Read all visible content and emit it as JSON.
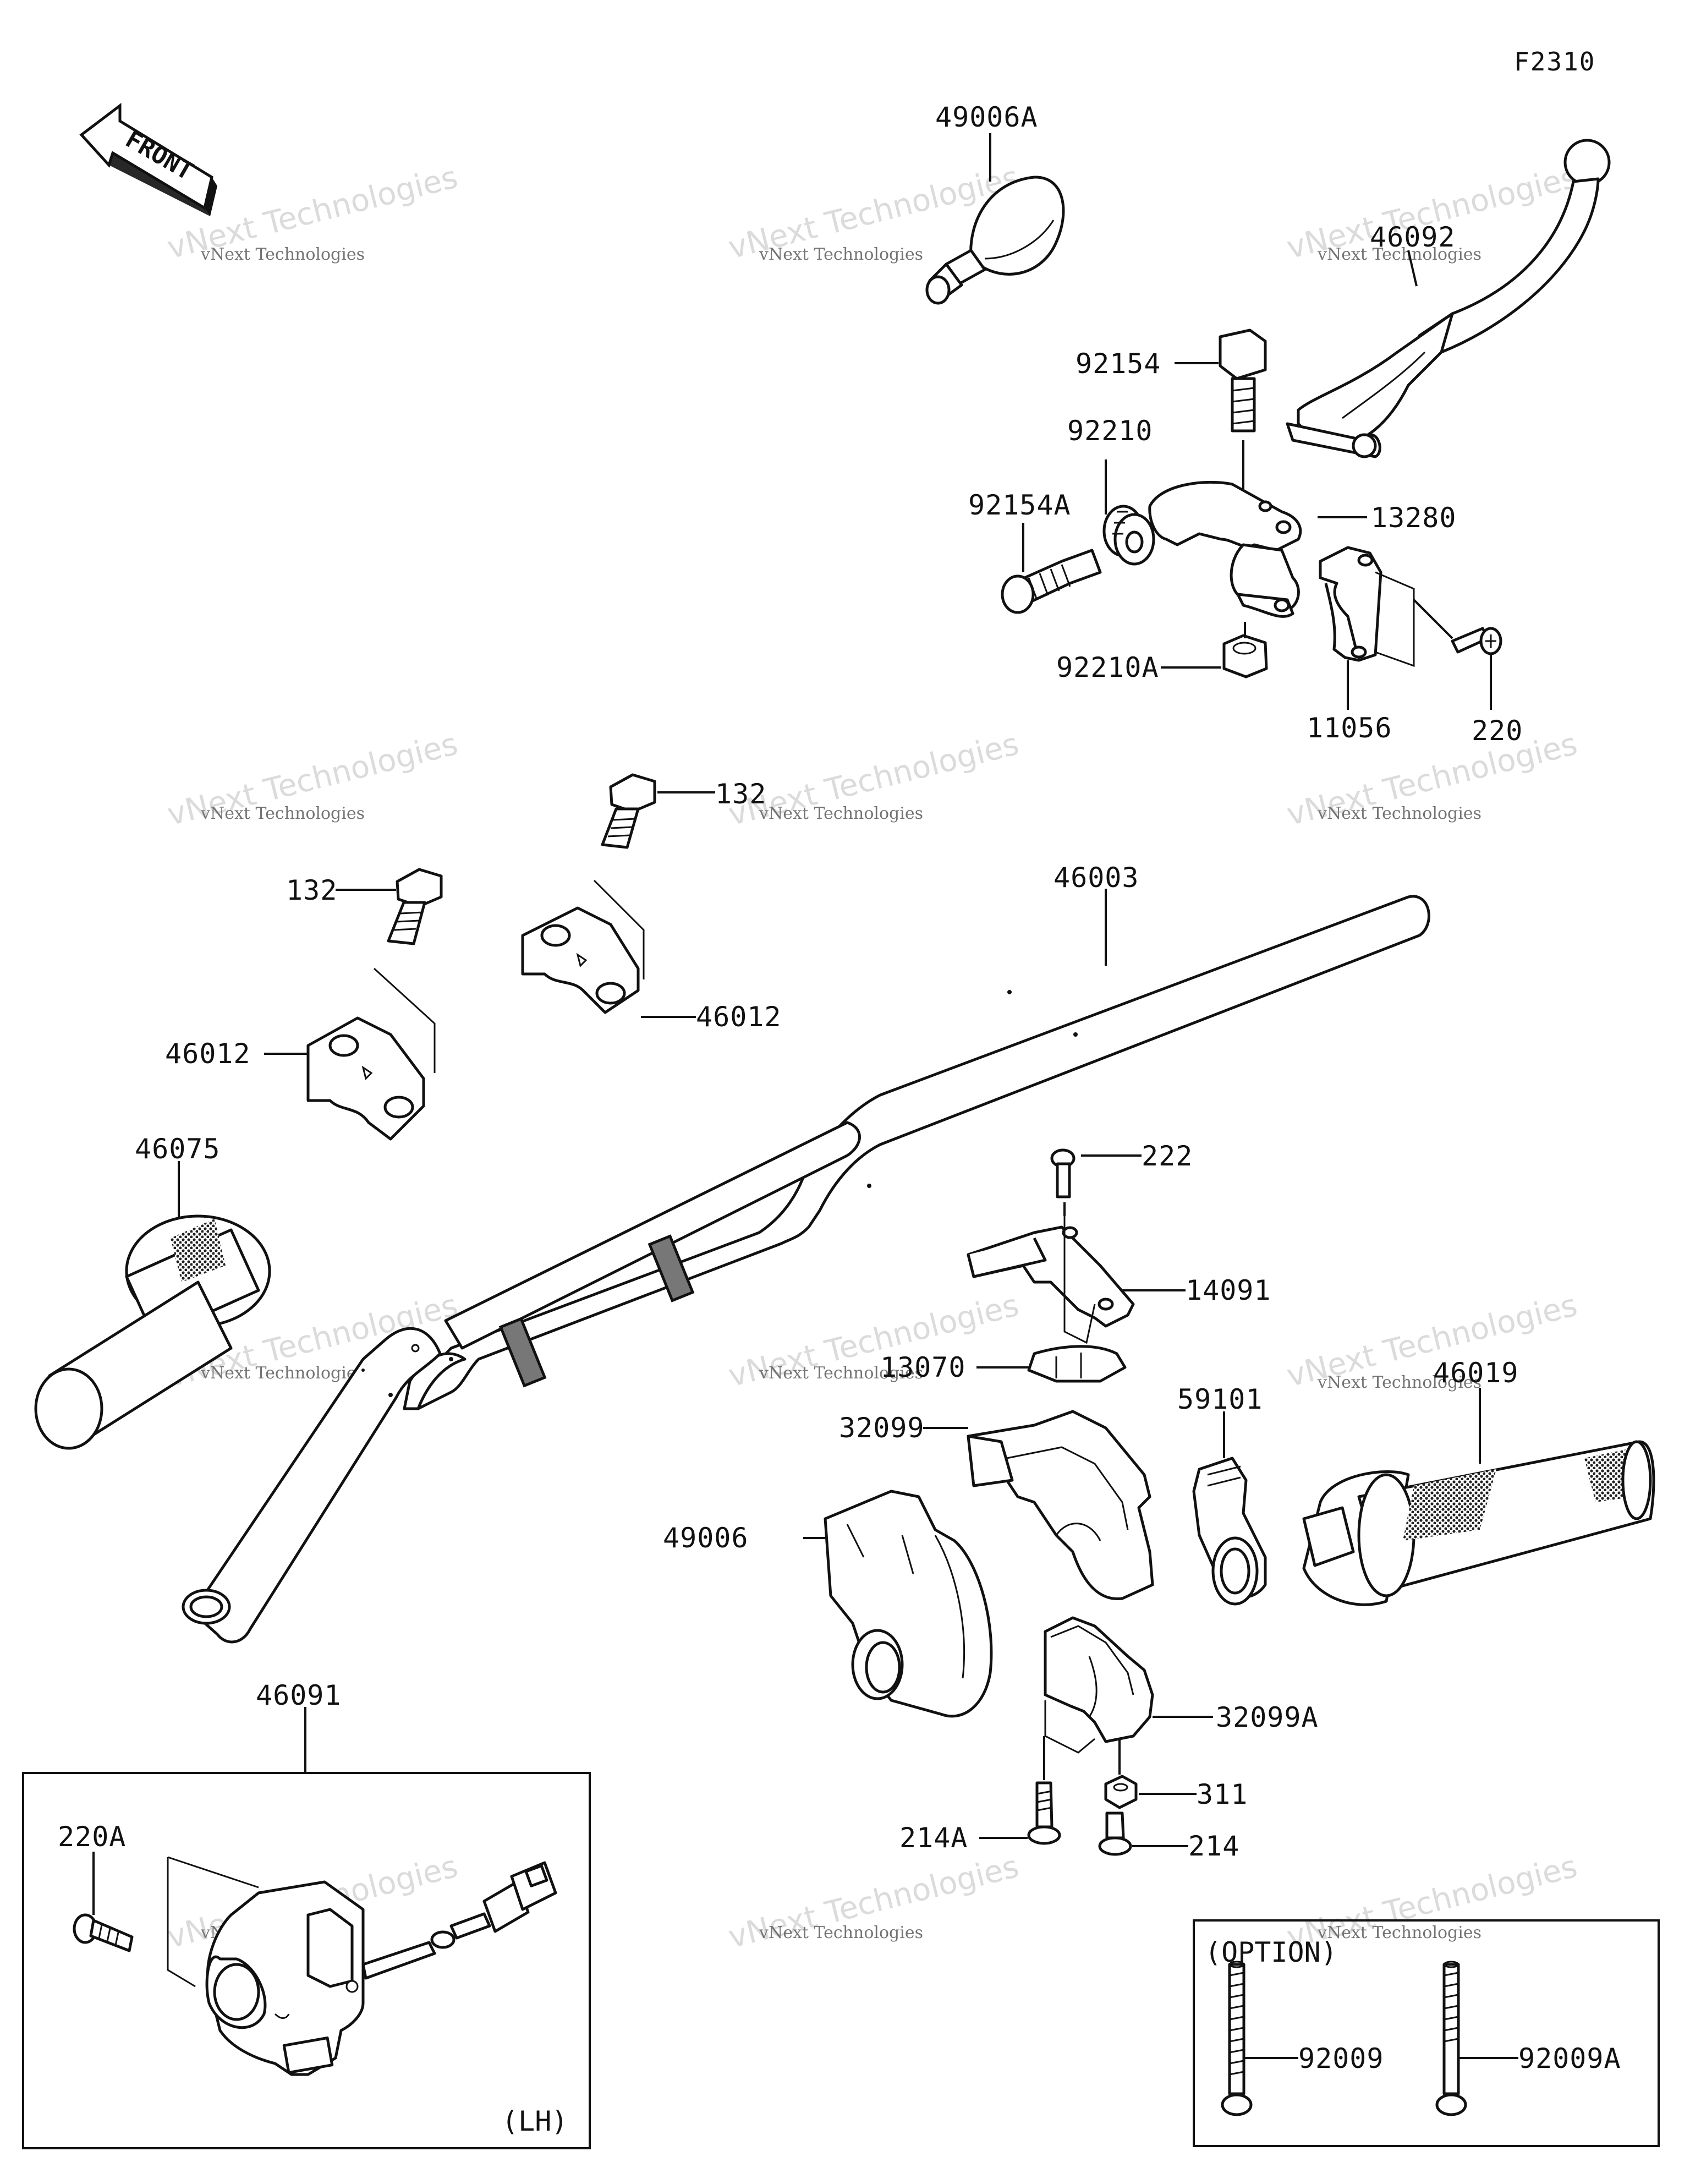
{
  "figure_code": "F2310",
  "front_arrow": {
    "text": "FRONT",
    "icon": "front-direction-arrow-icon"
  },
  "watermark": {
    "line1": "vNext Technologies",
    "line2": "vNext Technologies"
  },
  "parts": {
    "p49006A": "49006A",
    "p46092": "46092",
    "p92154": "92154",
    "p92210": "92210",
    "p92154A": "92154A",
    "p13280": "13280",
    "p92210A": "92210A",
    "p11056": "11056",
    "p220": "220",
    "p132a": "132",
    "p132b": "132",
    "p46003": "46003",
    "p46012a": "46012",
    "p46012b": "46012",
    "p222": "222",
    "p46075": "46075",
    "p14091": "14091",
    "p13070": "13070",
    "p59101": "59101",
    "p46019": "46019",
    "p32099": "32099",
    "p49006": "49006",
    "p32099A": "32099A",
    "p311": "311",
    "p214A": "214A",
    "p214": "214",
    "p46091": "46091",
    "p220A": "220A",
    "p92009": "92009",
    "p92009A": "92009A"
  },
  "lh_box": {
    "side_label": "(LH)"
  },
  "option_box": {
    "title": "(OPTION)"
  }
}
